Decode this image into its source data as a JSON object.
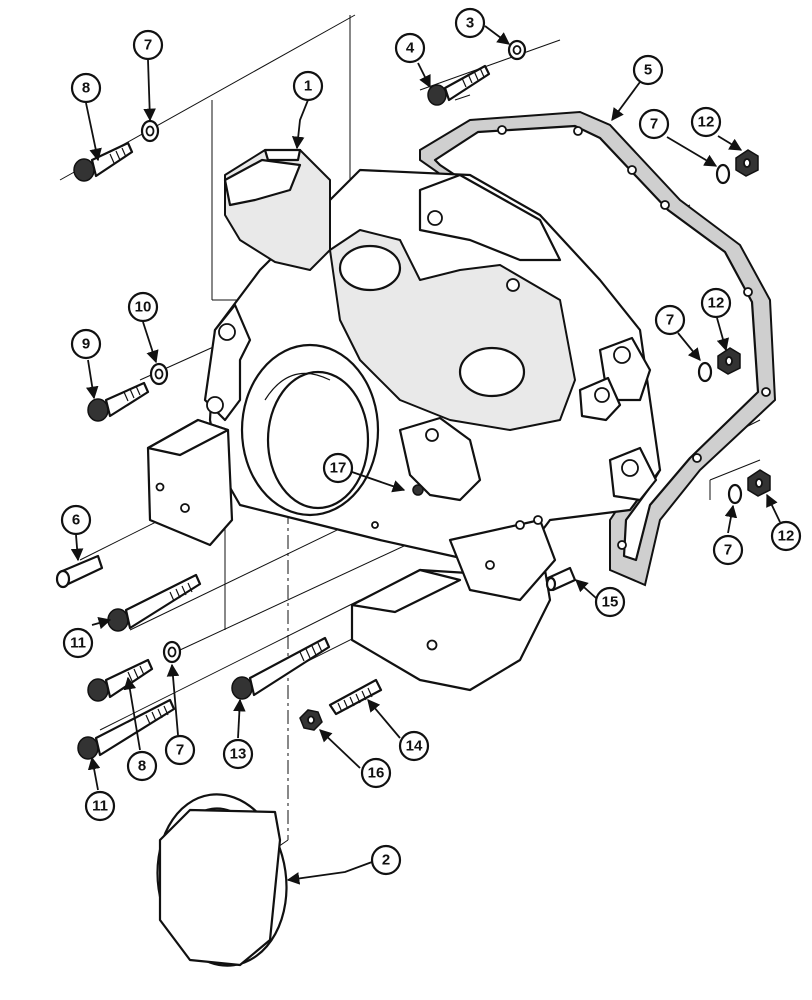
{
  "callouts": [
    {
      "id": "c1",
      "text": "1"
    },
    {
      "id": "c2",
      "text": "2"
    },
    {
      "id": "c3",
      "text": "3"
    },
    {
      "id": "c4",
      "text": "4"
    },
    {
      "id": "c5",
      "text": "5"
    },
    {
      "id": "c6",
      "text": "6"
    },
    {
      "id": "c7a",
      "text": "7"
    },
    {
      "id": "c7b",
      "text": "7"
    },
    {
      "id": "c7c",
      "text": "7"
    },
    {
      "id": "c7d",
      "text": "7"
    },
    {
      "id": "c7e",
      "text": "7"
    },
    {
      "id": "c8a",
      "text": "8"
    },
    {
      "id": "c8b",
      "text": "8"
    },
    {
      "id": "c9",
      "text": "9"
    },
    {
      "id": "c10",
      "text": "10"
    },
    {
      "id": "c11a",
      "text": "11"
    },
    {
      "id": "c11b",
      "text": "11"
    },
    {
      "id": "c12a",
      "text": "12"
    },
    {
      "id": "c12b",
      "text": "12"
    },
    {
      "id": "c12c",
      "text": "12"
    },
    {
      "id": "c13",
      "text": "13"
    },
    {
      "id": "c14",
      "text": "14"
    },
    {
      "id": "c15",
      "text": "15"
    },
    {
      "id": "c16",
      "text": "16"
    },
    {
      "id": "c17",
      "text": "17"
    }
  ]
}
